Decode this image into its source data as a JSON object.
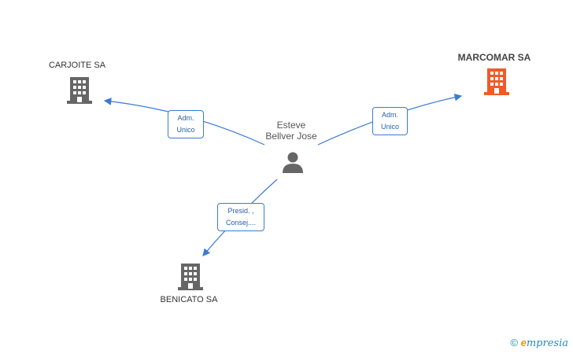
{
  "person": {
    "name_line1": "Esteve",
    "name_line2": "Bellver Jose",
    "icon": "person-icon"
  },
  "companies": [
    {
      "id": "carjoite",
      "label": "CARJOITE SA",
      "color": "#666666",
      "icon": "building-icon"
    },
    {
      "id": "marcomar",
      "label": "MARCOMAR SA",
      "color": "#f15a29",
      "icon": "building-icon"
    },
    {
      "id": "benicato",
      "label": "BENICATO SA",
      "color": "#666666",
      "icon": "building-icon"
    }
  ],
  "relations": [
    {
      "target": "carjoite",
      "line1": "Adm.",
      "line2": "Unico"
    },
    {
      "target": "marcomar",
      "line1": "Adm.",
      "line2": "Unico"
    },
    {
      "target": "benicato",
      "line1": "Presid. ,",
      "line2": "Consej...."
    }
  ],
  "colors": {
    "edge": "#3a7bd5",
    "accent": "#f15a29"
  },
  "footer": {
    "copyright": "©",
    "brand_first": "e",
    "brand_rest": "mpresia"
  }
}
